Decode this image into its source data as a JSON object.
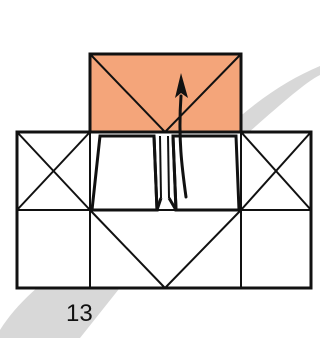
{
  "step": {
    "number": "13"
  },
  "colors": {
    "paper_colored": "#F4A57A",
    "paper_white": "#FFFFFF",
    "background_swoosh": "#D8D8D8",
    "line": "#111111"
  },
  "diagram": {
    "instruction": "fold-up",
    "arrow": "curved-up-arrow"
  }
}
